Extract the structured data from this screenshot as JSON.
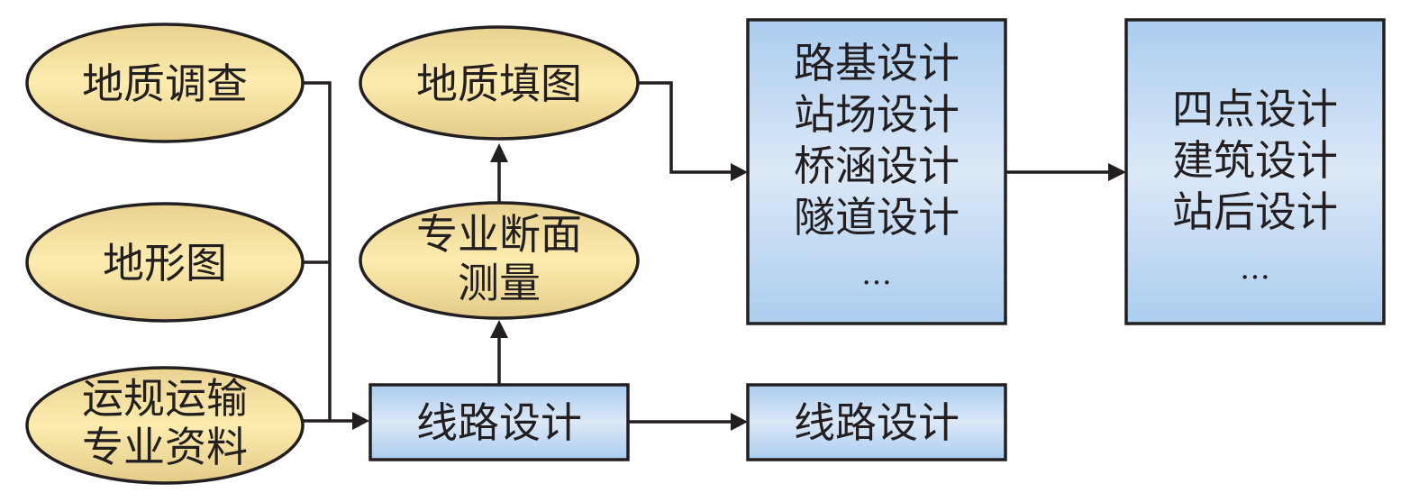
{
  "diagram": {
    "type": "flowchart",
    "colors": {
      "ellipse_fill_center": "#fcecae",
      "ellipse_fill_edge": "#e6d08f",
      "rect_fill_center": "#dbe8f7",
      "rect_fill_edge": "#a9cbee",
      "stroke": "#231f20",
      "text": "#231f20"
    },
    "nodes": {
      "geological_survey": {
        "shape": "ellipse",
        "lines": [
          "地质调查"
        ]
      },
      "topographic_map": {
        "shape": "ellipse",
        "lines": [
          "地形图"
        ]
      },
      "transport_data": {
        "shape": "ellipse",
        "lines": [
          "运规运输",
          "专业资料"
        ]
      },
      "geological_mapping": {
        "shape": "ellipse",
        "lines": [
          "地质填图"
        ]
      },
      "section_survey": {
        "shape": "ellipse",
        "lines": [
          "专业断面",
          "测量"
        ]
      },
      "route_design_1": {
        "shape": "rect",
        "lines": [
          "线路设计"
        ]
      },
      "route_design_2": {
        "shape": "rect",
        "lines": [
          "线路设计"
        ]
      },
      "civil_design": {
        "shape": "rect",
        "lines": [
          "路基设计",
          "站场设计",
          "桥涵设计",
          "隧道设计",
          "…"
        ]
      },
      "systems_design": {
        "shape": "rect",
        "lines": [
          "四点设计",
          "建筑设计",
          "站后设计",
          "…"
        ]
      }
    },
    "edges": [
      {
        "from": "geological_survey",
        "to": "route_design_1",
        "via": "left-bus"
      },
      {
        "from": "topographic_map",
        "to": "route_design_1",
        "via": "left-bus"
      },
      {
        "from": "transport_data",
        "to": "route_design_1",
        "via": "left-bus"
      },
      {
        "from": "route_design_1",
        "to": "section_survey"
      },
      {
        "from": "section_survey",
        "to": "geological_mapping"
      },
      {
        "from": "geological_mapping",
        "to": "civil_design"
      },
      {
        "from": "civil_design",
        "to": "systems_design"
      },
      {
        "from": "route_design_1",
        "to": "route_design_2"
      }
    ]
  }
}
